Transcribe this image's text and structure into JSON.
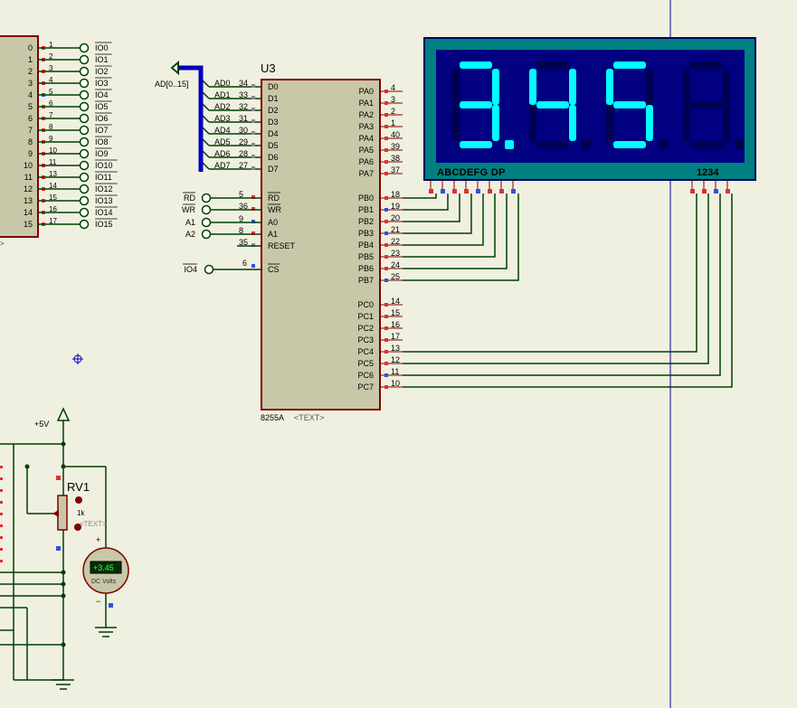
{
  "colors": {
    "background": "#f0f0e0",
    "chip_fill": "#c8c8a8",
    "chip_border": "#800000",
    "wire": "#004000",
    "bus": "#0000c0",
    "pin_red": "#e03030",
    "pin_blue": "#3050e0",
    "display_frame": "#008080",
    "display_face": "#000080",
    "segment_on": "#00ffff",
    "segment_off": "#000050",
    "cursor_line": "#0000a0"
  },
  "io_bank": {
    "pin_numbers": [
      "0",
      "1",
      "2",
      "3",
      "4",
      "5",
      "6",
      "7",
      "8",
      "9",
      "10",
      "11",
      "12",
      "13",
      "14",
      "15"
    ],
    "wire_numbers": [
      "1",
      "2",
      "3",
      "4",
      "5",
      "6",
      "7",
      "8",
      "9",
      "10",
      "11",
      "13",
      "14",
      "15",
      "16",
      "17"
    ],
    "labels": [
      "IO0",
      "IO1",
      "IO2",
      "IO3",
      "IO4",
      "IO5",
      "IO6",
      "IO7",
      "IO8",
      "IO9",
      "IO10",
      "IO11",
      "IO12",
      "IO13",
      "IO14",
      "IO15"
    ]
  },
  "u3": {
    "ref": "U3",
    "part": "8255A",
    "text_placeholder": "<TEXT>",
    "bus_label": "AD[0..15]",
    "data_nets": [
      "AD0",
      "AD1",
      "AD2",
      "AD3",
      "AD4",
      "AD5",
      "AD6",
      "AD7"
    ],
    "data_pin_numbers": [
      "34",
      "33",
      "32",
      "31",
      "30",
      "29",
      "28",
      "27"
    ],
    "data_pin_names": [
      "D0",
      "D1",
      "D2",
      "D3",
      "D4",
      "D5",
      "D6",
      "D7"
    ],
    "ctrl_nets": [
      "RD",
      "WR",
      "A1",
      "A2"
    ],
    "ctrl_pin_numbers": [
      "5",
      "36",
      "9",
      "8",
      "35"
    ],
    "ctrl_pin_names": [
      "RD",
      "WR",
      "A0",
      "A1",
      "RESET"
    ],
    "cs_net": "IO4",
    "cs_pin_number": "6",
    "cs_pin_name": "CS",
    "pa_names": [
      "PA0",
      "PA1",
      "PA2",
      "PA3",
      "PA4",
      "PA5",
      "PA6",
      "PA7"
    ],
    "pa_pins": [
      "4",
      "3",
      "2",
      "1",
      "40",
      "39",
      "38",
      "37"
    ],
    "pb_names": [
      "PB0",
      "PB1",
      "PB2",
      "PB3",
      "PB4",
      "PB5",
      "PB6",
      "PB7"
    ],
    "pb_pins": [
      "18",
      "19",
      "20",
      "21",
      "22",
      "23",
      "24",
      "25"
    ],
    "pc_names": [
      "PC0",
      "PC1",
      "PC2",
      "PC3",
      "PC4",
      "PC5",
      "PC6",
      "PC7"
    ],
    "pc_pins": [
      "14",
      "15",
      "16",
      "17",
      "13",
      "12",
      "11",
      "10"
    ]
  },
  "display": {
    "value": "3.45",
    "segment_label": "ABCDEFG DP",
    "digit_label": "1234"
  },
  "analog": {
    "supply_label": "+5V",
    "pot_ref": "RV1",
    "pot_value": "1k",
    "pot_text": "<TEXT>",
    "voltmeter_reading": "+3.45",
    "voltmeter_units": "DC Volts",
    "plus_sign": "+",
    "minus_sign": "−"
  }
}
